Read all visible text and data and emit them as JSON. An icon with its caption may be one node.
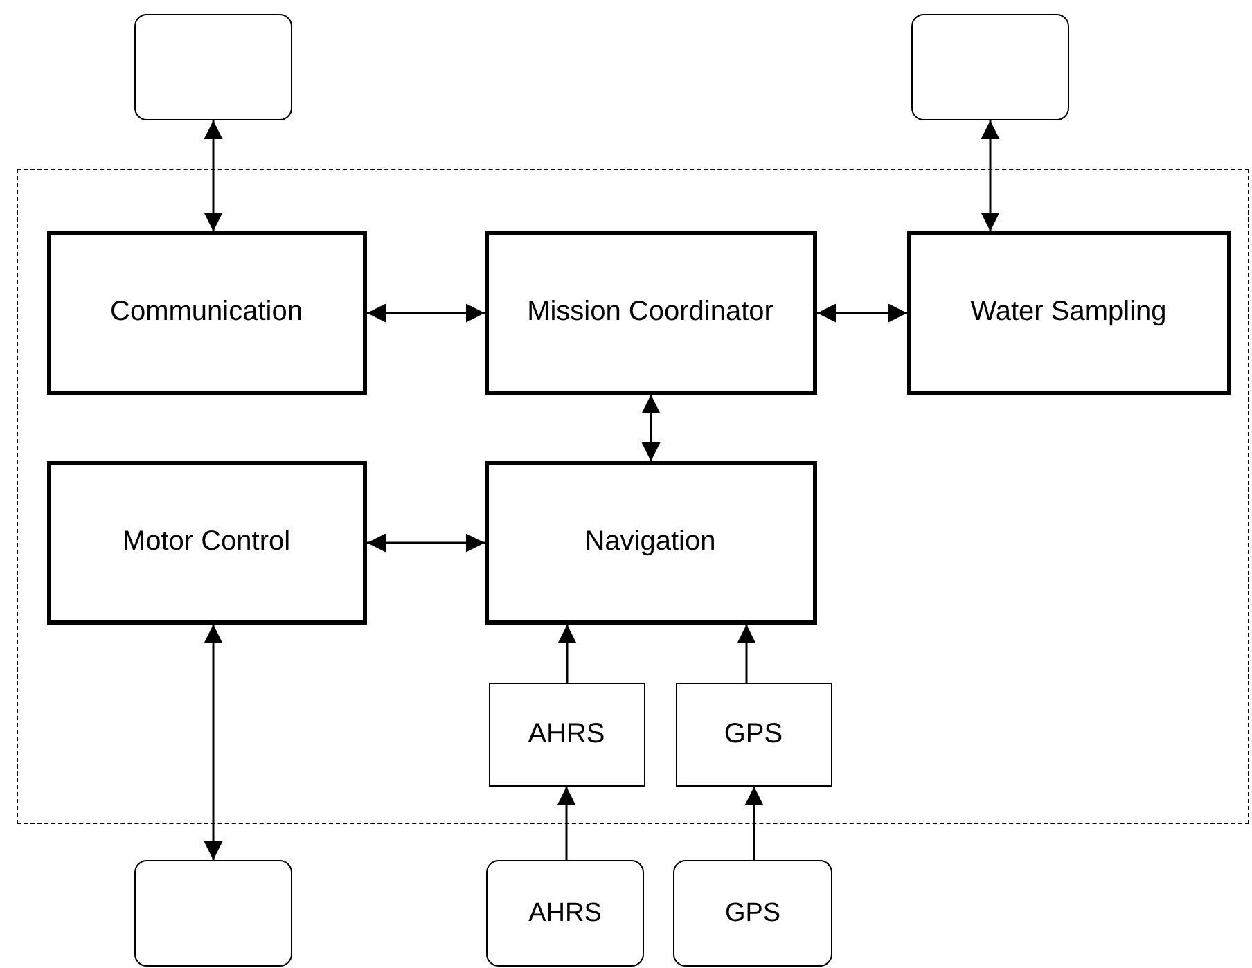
{
  "diagram": {
    "nodes": [
      {
        "text": [],
        "shape": "box"
      },
      {
        "text": [],
        "shape": "box"
      },
      {
        "text": [],
        "shape": "box"
      },
      {
        "text": [
          "Communication"
        ],
        "in": 2
      },
      {
        "text": [
          "Mission Coordinator"
        ],
        "in": 2
      },
      {
        "text": [
          "Water Sampling"
        ],
        "in": 2
      },
      {
        "text": [
          "Motor Control"
        ],
        "in": 2
      },
      {
        "text": [
          "Navigation"
        ],
        "in": 2
      },
      {
        "text": [
          "AHRS"
        ],
        "in": 2
      },
      {
        "text": [
          "GPS"
        ],
        "in": 2
      },
      {
        "text": [],
        "shape": "box"
      },
      {
        "text": [
          "AHRS"
        ]
      },
      {
        "text": [
          "GPS"
        ]
      }
    ],
    "edges": [
      {
        "from": 0,
        "to": 3,
        "arrow": "both"
      },
      {
        "from": 1,
        "to": 5,
        "arrow": "both"
      },
      {
        "from": 3,
        "to": 4,
        "arrow": "both"
      },
      {
        "from": 4,
        "to": 5,
        "arrow": "both"
      },
      {
        "from": 4,
        "to": 7,
        "arrow": "both"
      },
      {
        "from": 6,
        "to": 7,
        "arrow": "both"
      },
      {
        "from": 8,
        "to": 7,
        "arrow": "to"
      },
      {
        "from": 9,
        "to": 7,
        "arrow": "to"
      },
      {
        "from": 6,
        "to": 10,
        "arrow": "both"
      },
      {
        "from": 11,
        "to": 8,
        "arrow": "to"
      },
      {
        "from": 12,
        "to": 9,
        "arrow": "to"
      }
    ]
  }
}
